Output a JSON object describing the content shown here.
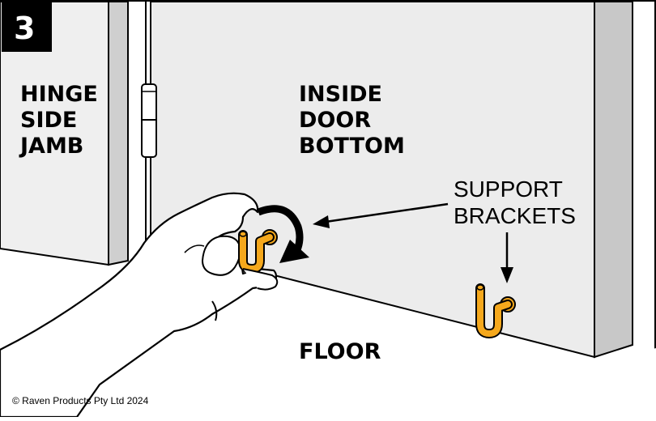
{
  "step_number": "3",
  "labels": {
    "hinge_jamb": [
      "HINGE",
      "SIDE",
      "JAMB"
    ],
    "door_bottom": [
      "INSIDE",
      "DOOR",
      "BOTTOM"
    ],
    "support_brackets": [
      "SUPPORT",
      "BRACKETS"
    ],
    "floor": "FLOOR"
  },
  "copyright": "© Raven Products Pty Ltd 2024",
  "colors": {
    "bracket": "#F5A81C",
    "door_face": "#ECECEC",
    "door_edge": "#C8C8C8",
    "jamb_face": "#EFEFEF",
    "jamb_edge": "#CFCFCF",
    "outline": "#000000",
    "step_badge": "#000000"
  }
}
